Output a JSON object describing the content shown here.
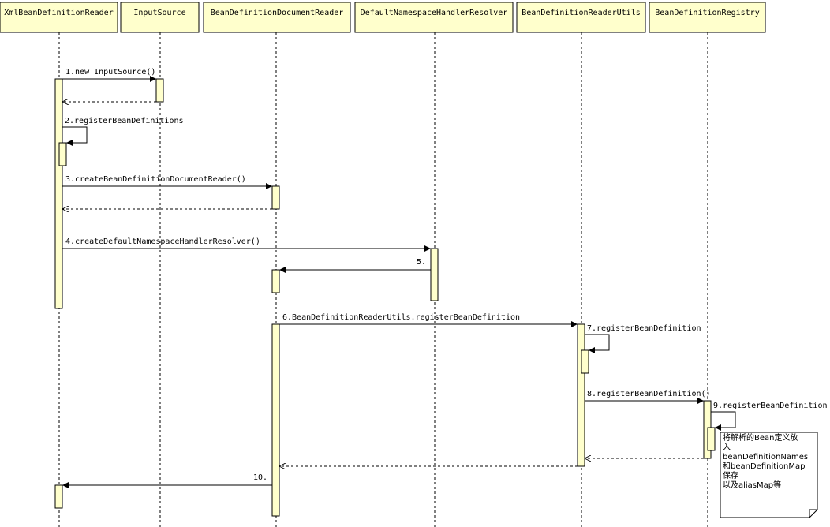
{
  "colors": {
    "participant_fill": "#ffffcc",
    "activation_fill": "#ffffcc",
    "note_fill": "#ffffff",
    "line": "#000000"
  },
  "participants": [
    {
      "id": "xml",
      "label": "XmlBeanDefinitionReader"
    },
    {
      "id": "input",
      "label": "InputSource"
    },
    {
      "id": "docreader",
      "label": "BeanDefinitionDocumentReader"
    },
    {
      "id": "nsresolver",
      "label": "DefaultNamespaceHandlerResolver"
    },
    {
      "id": "utils",
      "label": "BeanDefinitionReaderUtils"
    },
    {
      "id": "registry",
      "label": "BeanDefinitionRegistry"
    }
  ],
  "messages": [
    {
      "label": "1.new InputSource()",
      "from": "xml",
      "to": "input",
      "type": "call"
    },
    {
      "label": "",
      "from": "input",
      "to": "xml",
      "type": "return"
    },
    {
      "label": "2.registerBeanDefinitions",
      "from": "xml",
      "to": "xml",
      "type": "self"
    },
    {
      "label": "3.createBeanDefinitionDocumentReader()",
      "from": "xml",
      "to": "docreader",
      "type": "call"
    },
    {
      "label": "",
      "from": "docreader",
      "to": "xml",
      "type": "return"
    },
    {
      "label": "4.createDefaultNamespaceHandlerResolver()",
      "from": "xml",
      "to": "nsresolver",
      "type": "call"
    },
    {
      "label": "5.",
      "from": "nsresolver",
      "to": "docreader",
      "type": "call"
    },
    {
      "label": "6.BeanDefinitionReaderUtils.registerBeanDefinition",
      "from": "docreader",
      "to": "utils",
      "type": "call"
    },
    {
      "label": "7.registerBeanDefinition",
      "from": "utils",
      "to": "utils",
      "type": "self"
    },
    {
      "label": "8.registerBeanDefinition()",
      "from": "utils",
      "to": "registry",
      "type": "call"
    },
    {
      "label": "9.registerBeanDefinition",
      "from": "registry",
      "to": "registry",
      "type": "self"
    },
    {
      "label": "",
      "from": "registry",
      "to": "utils",
      "type": "return"
    },
    {
      "label": "",
      "from": "utils",
      "to": "docreader",
      "type": "return"
    },
    {
      "label": "10.",
      "from": "docreader",
      "to": "xml",
      "type": "call"
    }
  ],
  "note": {
    "text": "将解析的Bean定义放\n入\nbeanDefinitionNames\n和beanDefinitionMap\n保存\n以及aliasMap等"
  }
}
